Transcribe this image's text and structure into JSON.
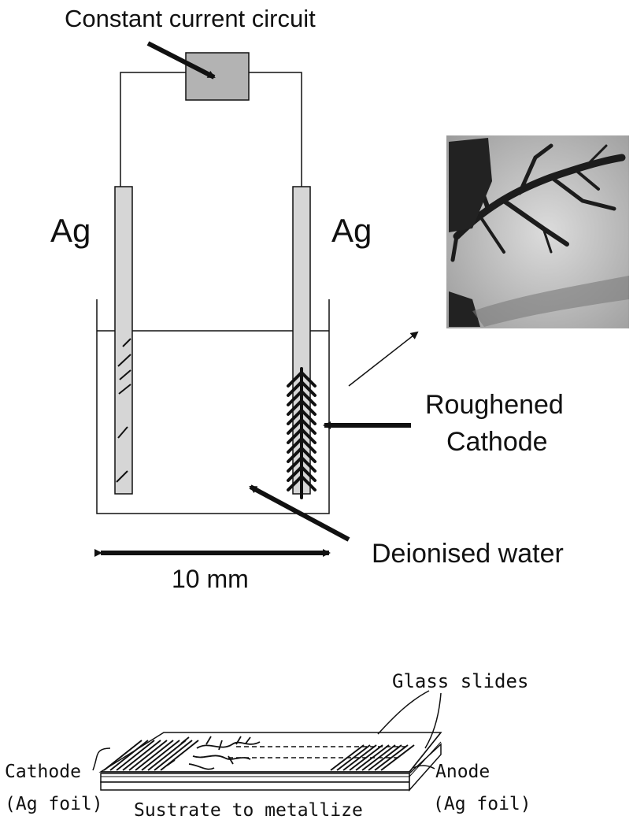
{
  "top": {
    "circuit_label": "Constant current circuit",
    "electrode_left_label": "Ag",
    "electrode_right_label": "Ag",
    "cathode_label_line1": "Roughened",
    "cathode_label_line2": "Cathode",
    "water_label": "Deionised water",
    "scale_label": "10 mm"
  },
  "bottom": {
    "glass_label": "Glass slides",
    "cathode_label_line1": "Cathode",
    "cathode_label_line2": "(Ag foil)",
    "anode_label_line1": "Anode",
    "anode_label_line2": "(Ag foil)",
    "substrate_label": "Sustrate to metallize"
  },
  "colors": {
    "box_fill": "#b3b3b3",
    "electrode_fill": "#d6d6d6",
    "ink": "#111111"
  }
}
